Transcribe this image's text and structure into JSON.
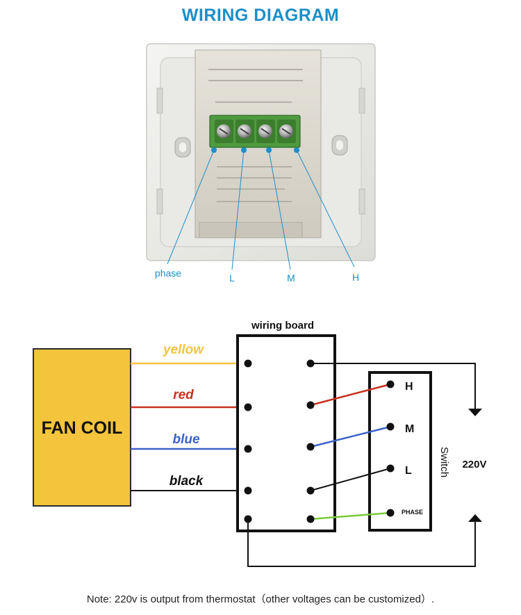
{
  "header": {
    "title": "WIRING DIAGRAM"
  },
  "photo": {
    "terminal_labels": [
      "phase",
      "L",
      "M",
      "H"
    ],
    "label_color": "#1c8fc9"
  },
  "diagram": {
    "fan_coil_label": "FAN COIL",
    "fan_coil_color": "#f3c43c",
    "wiring_board_label": "wiring board",
    "wires": [
      {
        "label": "yellow",
        "color": "#f3c43c"
      },
      {
        "label": "red",
        "color": "#c8321e"
      },
      {
        "label": "blue",
        "color": "#3a62c8"
      },
      {
        "label": "black",
        "color": "#111111"
      }
    ],
    "switch": {
      "title": "Switch",
      "terminals": [
        "H",
        "M",
        "L",
        "PHASE"
      ]
    },
    "voltage_label": "220V"
  },
  "footer": {
    "note": "Note: 220v  is output from thermostat（other voltages can be customized）."
  }
}
